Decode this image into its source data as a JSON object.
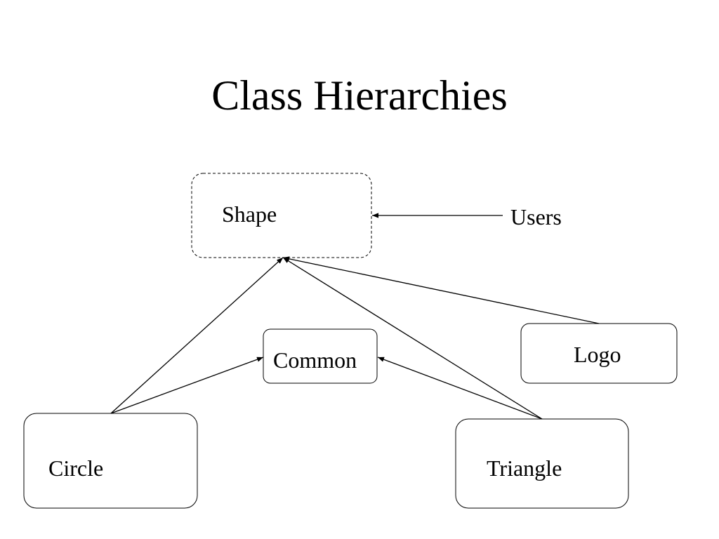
{
  "title": "Class Hierarchies",
  "nodes": {
    "shape": "Shape",
    "users": "Users",
    "common": "Common",
    "logo": "Logo",
    "circle": "Circle",
    "triangle": "Triangle"
  }
}
